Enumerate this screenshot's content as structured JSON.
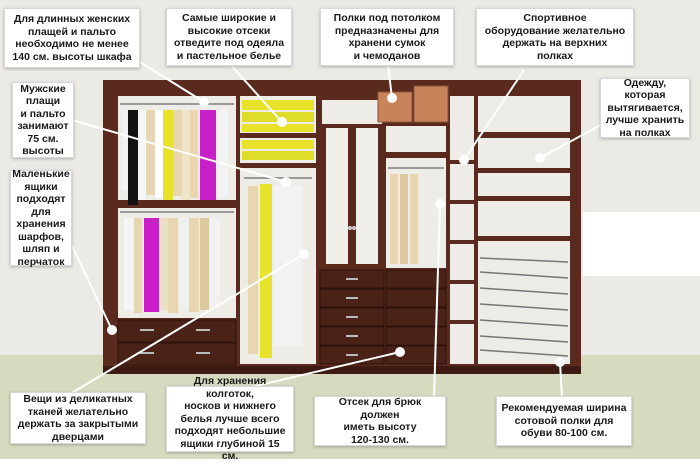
{
  "callouts": {
    "long_coats": "Для длинных женских\nплащей и пальто\nнеобходимо не менее\n140 см. высоты шкафа",
    "wide_tall": "Самые широкие и\nвысокие отсеки\nотведите под одеяла\nи пастельное белье",
    "ceiling_shelves": "Полки под потолком\nпредназначены для\nхранени сумок\nи чемоданов",
    "sports_gear": "Спортивное\nоборудование желательно\nдержать на верхних\nполках",
    "stretch_clothes": "Одежду, которая\nвытягивается,\nлучше хранить\nна полках",
    "mens_coats": "Мужские\nплащи\nи пальто\nзанимают\n75 см.\nвысоты",
    "small_drawers": "Маленькие\nящики\nподходят\nдля\nхранения\nшарфов,\nшляп и\nперчаток",
    "delicate": "Вещи из деликатных\nтканей желательно\nдержать за закрытыми\nдверцами",
    "tights": "Для хранения колготок,\nносков и нижнего\nбелья лучше всего\nподходят небольшие\nящики глубиной 15 см.",
    "trousers": "Отсек для брюк должен\nиметь высоту\n120-130 см.",
    "shoes": "Рекомендуемая ширина\nсотовой полки для\nобуви 80-100 см."
  },
  "colors": {
    "wood": "#5a2a1e",
    "wood_dark": "#3d1a12",
    "interior": "#f0eee8",
    "wall": "#e9e8e2",
    "floor": "#d9dcc4",
    "yellow": "#e8e22a",
    "magenta": "#c81fc8",
    "beige": "#e7d6b0",
    "box": "#c9835a"
  }
}
